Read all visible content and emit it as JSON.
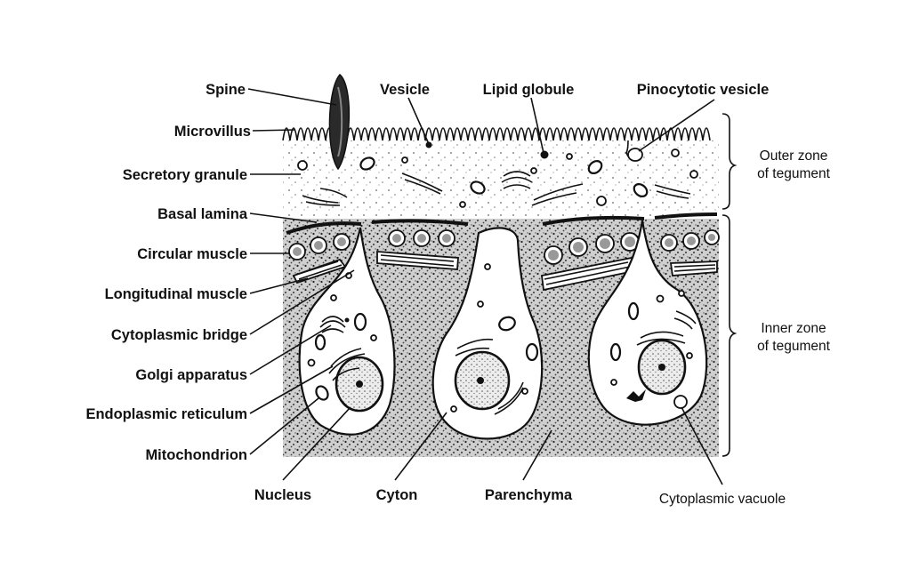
{
  "labels": {
    "spine": "Spine",
    "microvillus": "Microvillus",
    "secretory_granule": "Secretory granule",
    "basal_lamina": "Basal lamina",
    "circular_muscle": "Circular muscle",
    "longitudinal_muscle": "Longitudinal muscle",
    "cytoplasmic_bridge": "Cytoplasmic bridge",
    "golgi_apparatus": "Golgi apparatus",
    "endoplasmic_reticulum": "Endoplasmic reticulum",
    "mitochondrion": "Mitochondrion",
    "nucleus": "Nucleus",
    "cyton": "Cyton",
    "parenchyma": "Parenchyma",
    "cytoplasmic_vacuole": "Cytoplasmic vacuole",
    "vesicle": "Vesicle",
    "lipid_globule": "Lipid globule",
    "pinocytotic_vesicle": "Pinocytotic vesicle",
    "outer_zone_line1": "Outer zone",
    "outer_zone_line2": "of tegument",
    "inner_zone_line1": "Inner zone",
    "inner_zone_line2": "of tegument"
  }
}
